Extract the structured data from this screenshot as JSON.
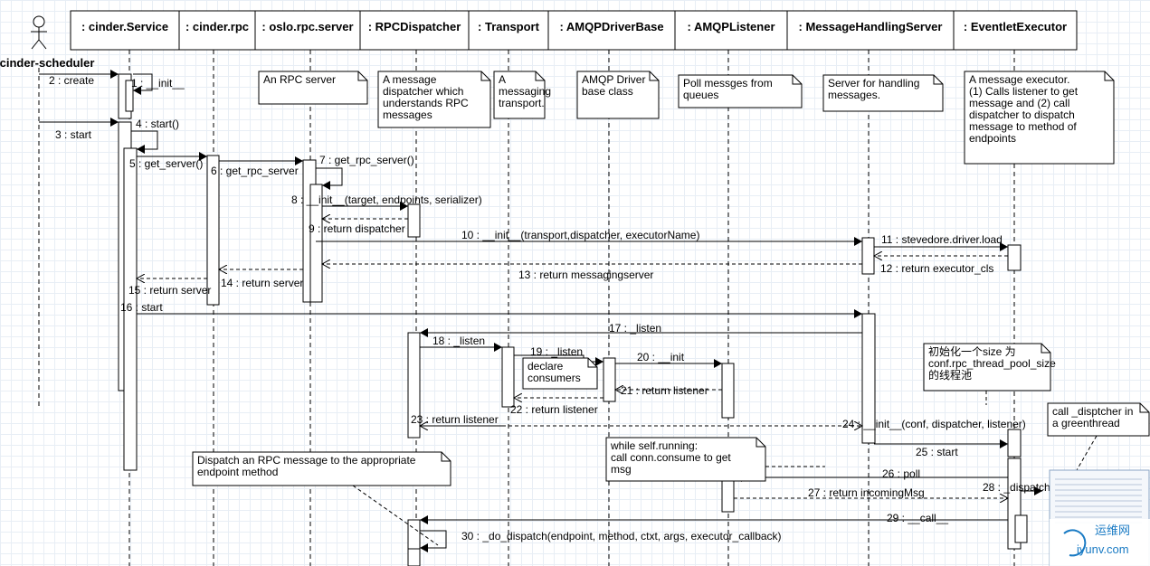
{
  "actor": {
    "name": "cinder-scheduler"
  },
  "lifelines": [
    {
      "id": "svc",
      "label": ": cinder.Service"
    },
    {
      "id": "rpc",
      "label": ": cinder.rpc"
    },
    {
      "id": "oslo",
      "label": ": oslo.rpc.server"
    },
    {
      "id": "disp",
      "label": ": RPCDispatcher"
    },
    {
      "id": "trans",
      "label": ": Transport"
    },
    {
      "id": "amqpb",
      "label": ": AMQPDriverBase"
    },
    {
      "id": "amqpl",
      "label": ": AMQPListener"
    },
    {
      "id": "mhs",
      "label": ": MessageHandlingServer"
    },
    {
      "id": "exec",
      "label": ": EventletExecutor"
    }
  ],
  "messages": [
    {
      "n": 1,
      "label": "1 : __init__"
    },
    {
      "n": 2,
      "label": "2 : create"
    },
    {
      "n": 3,
      "label": "3 : start"
    },
    {
      "n": 4,
      "label": "4 : start()"
    },
    {
      "n": 5,
      "label": "5 : get_server()"
    },
    {
      "n": 6,
      "label": "6 : get_rpc_server"
    },
    {
      "n": 7,
      "label": "7 : get_rpc_server()"
    },
    {
      "n": 8,
      "label": "8 : __init__(target, endpoints, serializer)"
    },
    {
      "n": 9,
      "label": "9 : return dispatcher"
    },
    {
      "n": 10,
      "label": "10 : __init__(transport,dispatcher, executorName)"
    },
    {
      "n": 11,
      "label": "11 : stevedore.driver.load"
    },
    {
      "n": 12,
      "label": "12 : return executor_cls"
    },
    {
      "n": 13,
      "label": "13 : return messagingserver"
    },
    {
      "n": 14,
      "label": "14 : return server"
    },
    {
      "n": 15,
      "label": "15 : return server"
    },
    {
      "n": 16,
      "label": "16 : start"
    },
    {
      "n": 17,
      "label": "17 : _listen"
    },
    {
      "n": 18,
      "label": "18 : _listen"
    },
    {
      "n": 19,
      "label": "19 : _listen"
    },
    {
      "n": 20,
      "label": "20 : __init"
    },
    {
      "n": 21,
      "label": "21 : return listener"
    },
    {
      "n": 22,
      "label": "22 : return listener"
    },
    {
      "n": 23,
      "label": "23 : return listener"
    },
    {
      "n": 24,
      "label": "24 : __init__(conf, dispatcher, listener)"
    },
    {
      "n": 25,
      "label": "25 : start"
    },
    {
      "n": 26,
      "label": "26 : poll"
    },
    {
      "n": 27,
      "label": "27 : return incomingMsg"
    },
    {
      "n": 28,
      "label": "28 : _dispatch"
    },
    {
      "n": 29,
      "label": "29 : __call__"
    },
    {
      "n": 30,
      "label": "30 : _do_dispatch(endpoint, method, ctxt, args, executor_callback)"
    }
  ],
  "notes": [
    {
      "id": "n_oslo",
      "lines": [
        "An RPC server"
      ]
    },
    {
      "id": "n_disp",
      "lines": [
        "A message",
        "dispatcher which",
        "understands RPC",
        "messages"
      ]
    },
    {
      "id": "n_trans",
      "lines": [
        "A",
        "messaging",
        "transport."
      ]
    },
    {
      "id": "n_amqpb",
      "lines": [
        "AMQP Driver",
        "base class"
      ]
    },
    {
      "id": "n_amqpl",
      "lines": [
        "Poll messges from",
        "queues"
      ]
    },
    {
      "id": "n_mhs",
      "lines": [
        "Server for handling",
        "messages."
      ]
    },
    {
      "id": "n_exec",
      "lines": [
        "A message executor.",
        "(1) Calls listener to get",
        "message and (2) call",
        "dispatcher to dispatch",
        "message to method of",
        "endpoints"
      ]
    },
    {
      "id": "n_declare",
      "lines": [
        "declare",
        "consumers"
      ]
    },
    {
      "id": "n_pool",
      "lines": [
        "初始化一个size 为",
        "conf.rpc_thread_pool_size",
        "的线程池"
      ]
    },
    {
      "id": "n_green",
      "lines": [
        "call _disptcher in",
        "a greenthread"
      ]
    },
    {
      "id": "n_while",
      "lines": [
        "while self.running:",
        "call conn.consume to get",
        "msg"
      ]
    },
    {
      "id": "n_dispatch",
      "lines": [
        "Dispatch an RPC message to the appropriate",
        "endpoint method"
      ]
    }
  ],
  "watermark": {
    "text": "运维网",
    "sub": "iyunv.com"
  }
}
